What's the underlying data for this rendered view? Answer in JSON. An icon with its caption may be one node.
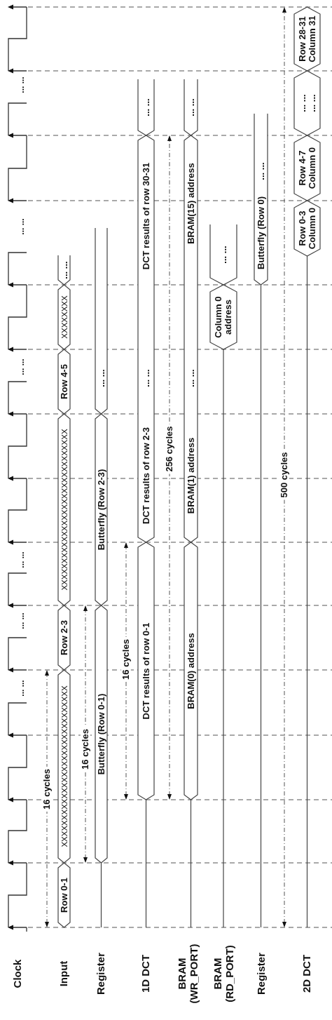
{
  "diagram": {
    "nodes": [
      {
        "text": [
          "Row 0-1"
        ]
      },
      {
        "text": [
          "XXXXXXXXXXXXXXXXXXXXXXXXXXXXXX"
        ]
      },
      {
        "text": [
          "Row 2-3"
        ]
      },
      {
        "text": [
          "XXXXXXXXXXXXXXXXXXXXXXXXXXXXXX"
        ]
      },
      {
        "text": [
          "Row 4-5"
        ]
      },
      {
        "text": [
          "XXXXXXXX"
        ]
      },
      {
        "text": [
          "... ..."
        ]
      },
      {
        "text": [
          "Butterfly (Row 0-1)"
        ]
      },
      {
        "text": [
          "Butterfly (Row 2-3)"
        ]
      },
      {
        "text": [
          "... ..."
        ]
      },
      {
        "text": [
          "DCT results of row 0-1"
        ]
      },
      {
        "text": [
          "DCT results of row 2-3",
          "... ...",
          "DCT results of row 30-31"
        ]
      },
      {
        "text": [
          "... ..."
        ]
      },
      {
        "text": [
          "BRAM(0) address"
        ]
      },
      {
        "text": [
          "BRAM(1) address",
          "... ...",
          "BRAM(15) address"
        ]
      },
      {
        "text": [
          "... ..."
        ]
      },
      {
        "text": [
          "Column 0 address"
        ]
      },
      {
        "text": [
          "... ..."
        ]
      },
      {
        "text": [
          "Butterfly (Row 0)",
          "... ..."
        ]
      },
      {
        "text": [
          "Row 0-3 Column 0"
        ]
      },
      {
        "text": [
          "Row 4-7 Column 0"
        ]
      },
      {
        "text": [
          "... ... ... ..."
        ]
      },
      {
        "text": [
          "Row 28-31 Column 31"
        ]
      }
    ],
    "labels": [
      "Clock",
      "Input",
      "Register",
      "1D DCT",
      "BRAM (WR_PORT)",
      "BRAM (RD_PORT)",
      "Register",
      "2D DCT",
      "16 cycles",
      "16 cycles",
      "16 cycles",
      "256 cycles",
      "500 cycles",
      "... ...",
      "... ...",
      "... ...",
      "... ...",
      "... ...",
      "... ..."
    ]
  }
}
